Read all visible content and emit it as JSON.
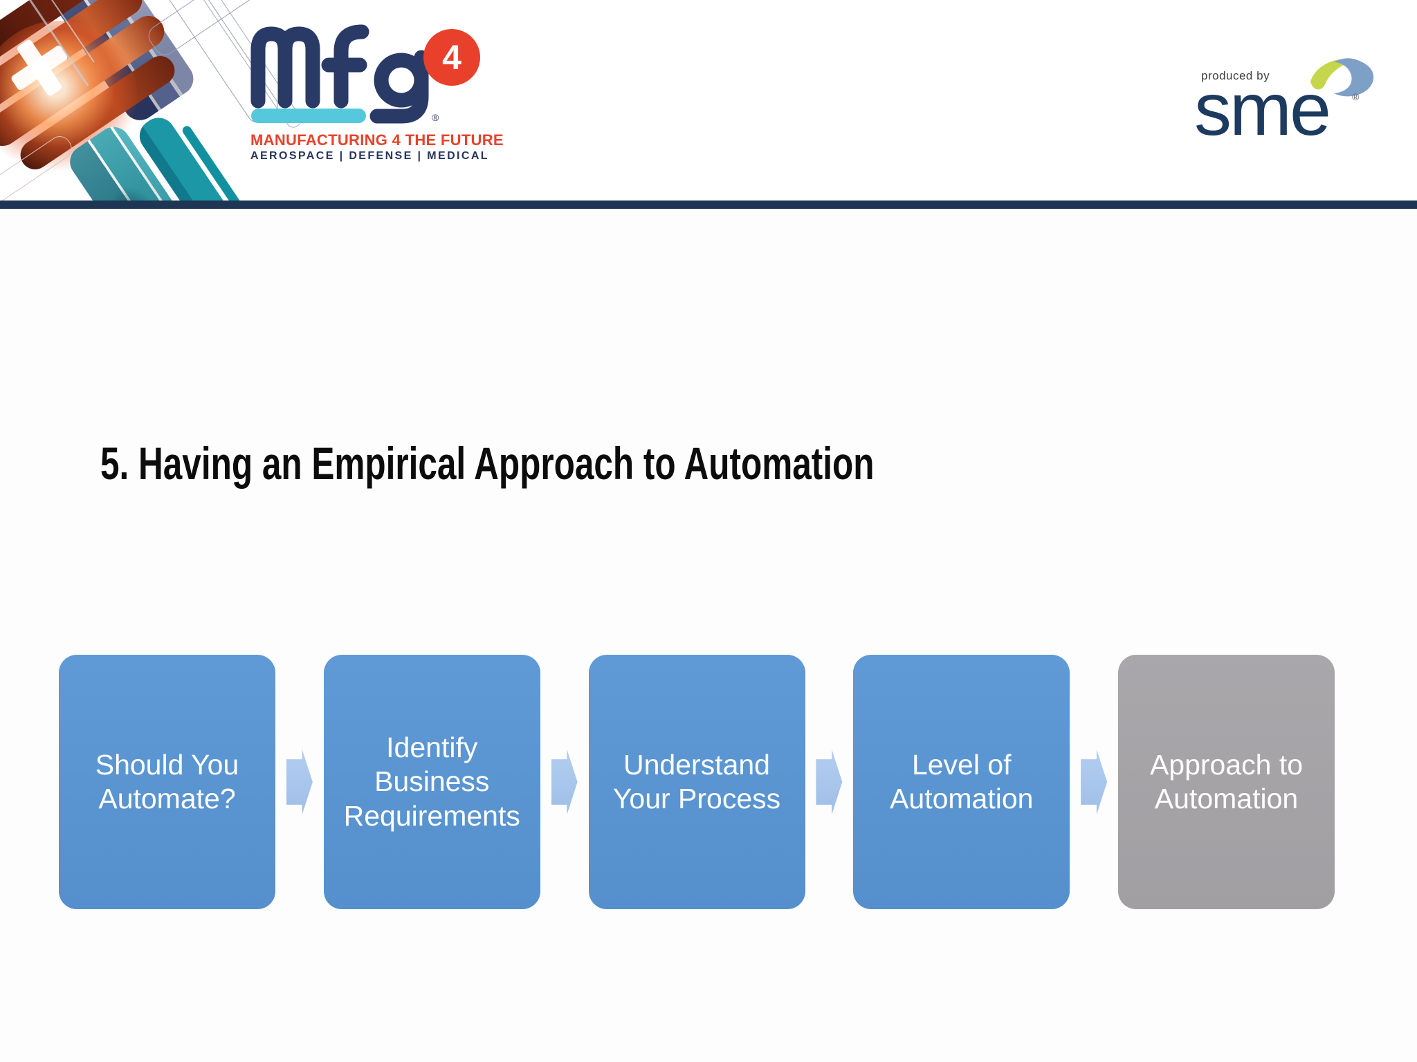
{
  "header": {
    "mfg_logo": {
      "wordmark": "mfg",
      "badge_number": "4",
      "registered_mark": "®",
      "tagline": "MANUFACTURING 4 THE FUTURE",
      "sub_tagline": "AEROSPACE | DEFENSE | MEDICAL"
    },
    "sme_logo": {
      "produced_by": "produced by",
      "wordmark": "sme",
      "registered_mark": "®"
    }
  },
  "slide": {
    "title": "5. Having an Empirical Approach to Automation",
    "process_flow": {
      "steps": [
        {
          "label": "Should You Automate?",
          "emphasis": "blue"
        },
        {
          "label": "Identify Business Requirements",
          "emphasis": "blue"
        },
        {
          "label": "Understand Your Process",
          "emphasis": "blue"
        },
        {
          "label": "Level of Automation",
          "emphasis": "blue"
        },
        {
          "label": "Approach to Automation",
          "emphasis": "gray"
        }
      ]
    }
  },
  "colors": {
    "step_blue": "#5B96D3",
    "step_gray": "#A5A3A6",
    "arrow_blue": "#A9C6EA",
    "divider_navy": "#1E3554",
    "logo_navy": "#2A3A67",
    "logo_red": "#E8402A",
    "logo_cyan": "#55C8DC",
    "sme_navy": "#1D3A5F",
    "sme_green": "#C6D64C",
    "sme_blue": "#7FA0C6"
  }
}
